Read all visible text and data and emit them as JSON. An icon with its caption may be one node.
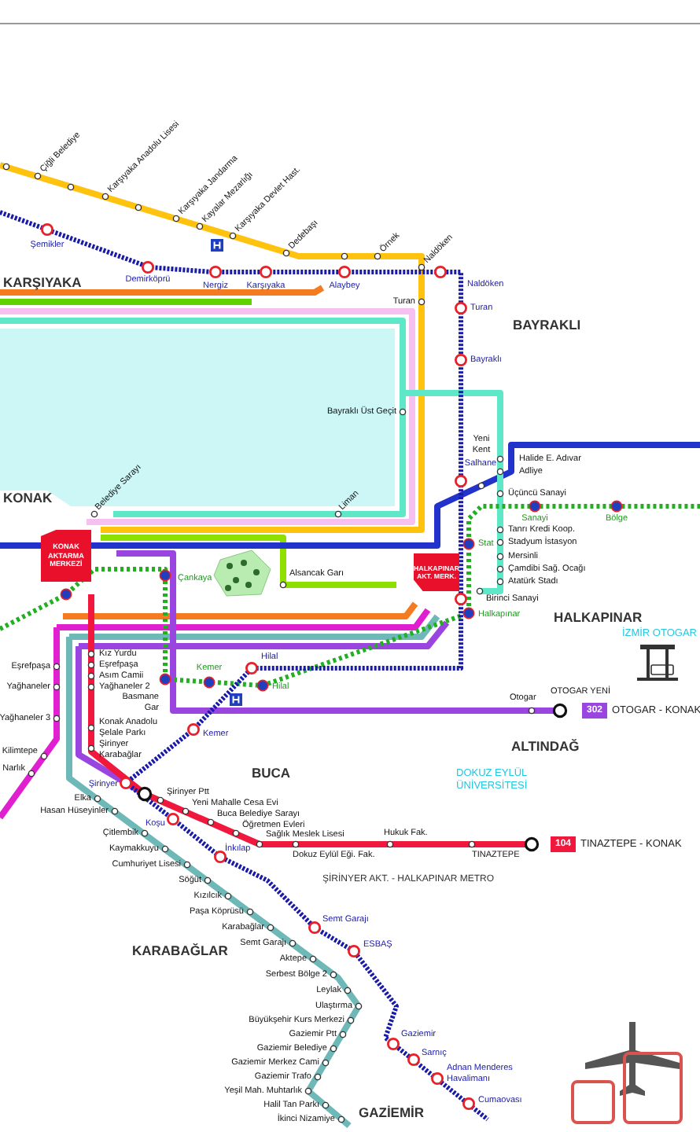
{
  "diagram": {
    "nodes": [
      {
        "text": [
          "KONAK AKTARMA MERKEZİ"
        ]
      },
      {
        "text": [
          "HALKAPINAR AKT. MERK."
        ]
      },
      {
        "text": [
          "302"
        ],
        "beside": [
          "OTOGAR - KONAK"
        ]
      },
      {
        "text": [
          "104"
        ],
        "beside": [
          "TINAZTEPE - KONAK"
        ]
      }
    ],
    "labels": [
      "KARŞIYAKA",
      "Çiğli Belediye",
      "Karşıyaka Anadolu Lisesi",
      "Karşıyaka Jandarma",
      "Kayalar Mezarlığı",
      "Karşıyaka Devlet Hast.",
      "Dedebaşı",
      "Örnek",
      "Naldöken",
      "Şemikler",
      "Demirköprü",
      "Nergiz",
      "Karşıyaka",
      "Alaybey",
      "Naldöken",
      "Turan",
      "Turan",
      "BAYRAKLI",
      "Bayraklı",
      "Bayraklı Üst Geçit",
      "Halide E. Adıvar",
      "Yeni Kent",
      "Adliye",
      "Salhane",
      "Üçüncü Sanayi",
      "Sanayi",
      "Bölge",
      "KONAK",
      "Belediye Sarayı",
      "Liman",
      "Tanrı Kredi Koop.",
      "Stat",
      "Stadyum İstasyon",
      "Mersinli",
      "Çamdibi Sağ. Ocağı",
      "Atatürk Stadı",
      "Çankaya",
      "Alsancak Garı",
      "Birinci Sanayi",
      "Halkapınar",
      "HALKAPINAR",
      "İZMİR OTOGAR",
      "Eşrefpaşa",
      "Kız Yurdu",
      "Eşrefpaşa",
      "Asım Camii",
      "Hilal",
      "Basmane Gar",
      "Kemer",
      "Hilal",
      "Yağhaneler",
      "Yağhaneler 2",
      "OTOGAR YENİ",
      "Otogar",
      "Yağhaneler 3",
      "Konak Anadolu Şelale Parkı",
      "Kemer",
      "Kilimtepe",
      "Şirinyer Karabağlar",
      "ALTINDAĞ",
      "Narlık",
      "BUCA",
      "Şirinyer",
      "Şirinyer Ptt",
      "Elka",
      "Yeni Mahalle Cesa Evi",
      "Hasan Hüseyinler",
      "Buca Belediye Sarayı",
      "DOKUZ EYLÜL ÜNİVERSİTESİ",
      "Koşu",
      "Öğretmen Evleri",
      "Hukuk Fak.",
      "Çitlembik",
      "Sağlık Meslek Lisesi",
      "Dokuz Eylül Eği. Fak.",
      "TINAZTEPE",
      "Kaymakkuyu",
      "İnkılap",
      "Cumhuriyet Lisesi",
      "Söğüt",
      "ŞİRİNYER AKT. - HALKAPINAR METRO",
      "Kızılcık",
      "Paşa Köprüsü",
      "Semt Garajı",
      "Karabağlar",
      "Semt Garajı",
      "ESBAŞ",
      "KARABAĞLAR",
      "Aktepe",
      "Serbest Bölge 2",
      "Leylak",
      "Ulaştırma",
      "Büyükşehir Kurs Merkezi",
      "Gaziemir Ptt",
      "Gaziemir",
      "Gaziemir Belediye",
      "Sarnıç",
      "Gaziemir Merkez Cami",
      "Adnan Menderes Havalimanı",
      "Gaziemir Trafo",
      "Yeşil Mah. Muhtarlık",
      "GAZİEMİR",
      "Cumaovası",
      "Halil Tan Parkı",
      "İkinci Nizamiye"
    ]
  }
}
